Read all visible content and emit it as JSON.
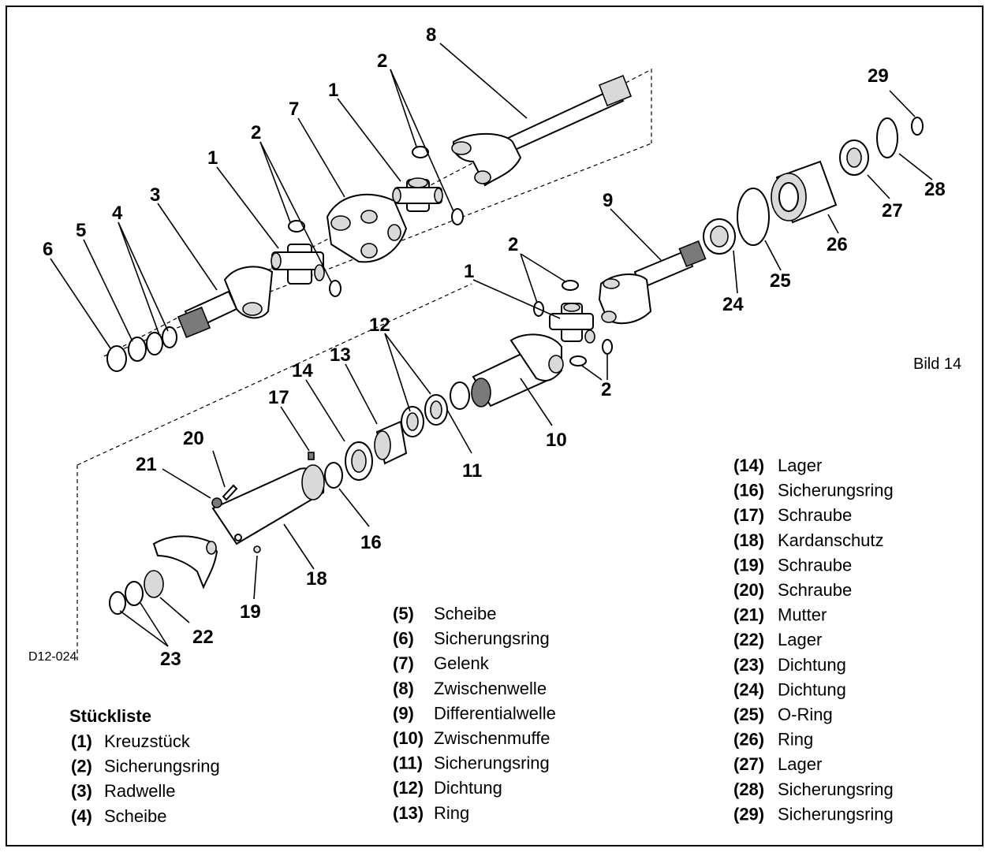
{
  "figure": {
    "label": "Bild 14",
    "code": "D12-024"
  },
  "callouts": {
    "c1a": "1",
    "c1b": "1",
    "c1c": "1",
    "c2a": "2",
    "c2b": "2",
    "c2c": "2",
    "c2d": "2",
    "c3": "3",
    "c4": "4",
    "c5": "5",
    "c6": "6",
    "c7": "7",
    "c8": "8",
    "c9": "9",
    "c10": "10",
    "c11": "11",
    "c12": "12",
    "c13": "13",
    "c14": "14",
    "c16": "16",
    "c17": "17",
    "c18": "18",
    "c19": "19",
    "c20": "20",
    "c21": "21",
    "c22": "22",
    "c23": "23",
    "c24": "24",
    "c25": "25",
    "c26": "26",
    "c27": "27",
    "c28": "28",
    "c29": "29"
  },
  "parts_list": {
    "title": "Stückliste",
    "col1": [
      {
        "num": "(1)",
        "name": "Kreuzstück"
      },
      {
        "num": "(2)",
        "name": "Sicherungsring"
      },
      {
        "num": "(3)",
        "name": "Radwelle"
      },
      {
        "num": "(4)",
        "name": "Scheibe"
      }
    ],
    "col2": [
      {
        "num": "(5)",
        "name": "Scheibe"
      },
      {
        "num": "(6)",
        "name": "Sicherungsring"
      },
      {
        "num": "(7)",
        "name": "Gelenk"
      },
      {
        "num": "(8)",
        "name": "Zwischenwelle"
      },
      {
        "num": "(9)",
        "name": "Differentialwelle"
      },
      {
        "num": "(10)",
        "name": "Zwischenmuffe"
      },
      {
        "num": "(11)",
        "name": "Sicherungsring"
      },
      {
        "num": "(12)",
        "name": "Dichtung"
      },
      {
        "num": "(13)",
        "name": "Ring"
      }
    ],
    "col3": [
      {
        "num": "(14)",
        "name": "Lager"
      },
      {
        "num": "(16)",
        "name": "Sicherungsring"
      },
      {
        "num": "(17)",
        "name": "Schraube"
      },
      {
        "num": "(18)",
        "name": "Kardanschutz"
      },
      {
        "num": "(19)",
        "name": "Schraube"
      },
      {
        "num": "(20)",
        "name": "Schraube"
      },
      {
        "num": "(21)",
        "name": "Mutter"
      },
      {
        "num": "(22)",
        "name": "Lager"
      },
      {
        "num": "(23)",
        "name": "Dichtung"
      },
      {
        "num": "(24)",
        "name": "Dichtung"
      },
      {
        "num": "(25)",
        "name": "O-Ring"
      },
      {
        "num": "(26)",
        "name": "Ring"
      },
      {
        "num": "(27)",
        "name": "Lager"
      },
      {
        "num": "(28)",
        "name": "Sicherungsring"
      },
      {
        "num": "(29)",
        "name": "Sicherungsring"
      }
    ]
  }
}
